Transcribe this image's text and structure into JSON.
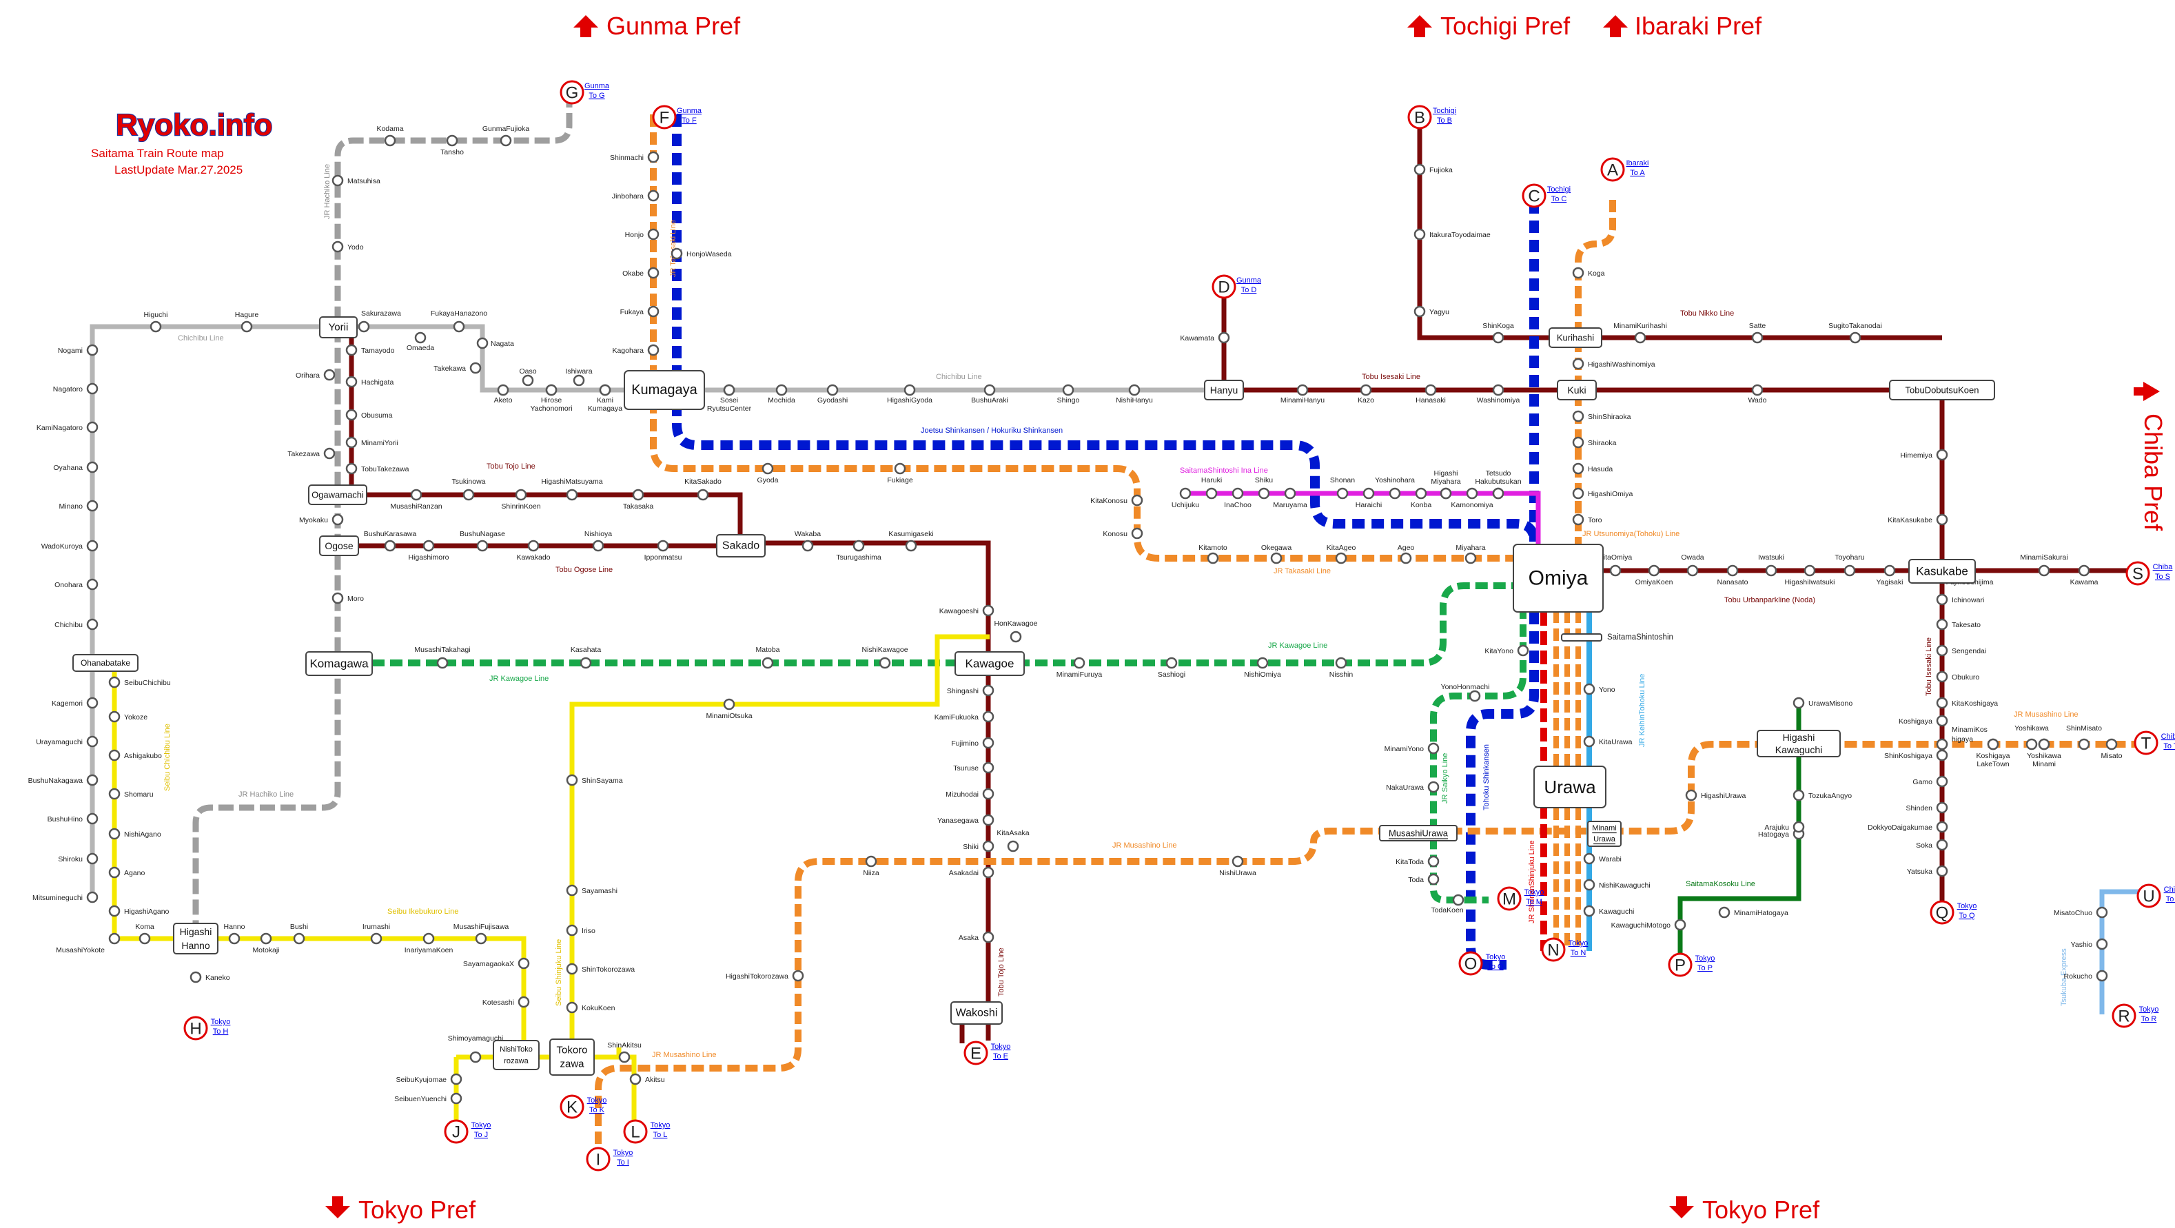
{
  "header": {
    "logo": "Ryoko.info",
    "subtitle": "Saitama Train Route map",
    "updated": "LastUpdate Mar.27.2025"
  },
  "prefectures": {
    "gunma": "Gunma Pref",
    "tochigi": "Tochigi Pref",
    "ibaraki": "Ibaraki Pref",
    "chiba": "Chiba Pref",
    "tokyo_left": "Tokyo Pref",
    "tokyo_right": "Tokyo Pref"
  },
  "hubs": {
    "omiya": "Omiya",
    "urawa": "Urawa",
    "kumagaya": "Kumagaya",
    "kawagoe": "Kawagoe",
    "kasukabe": "Kasukabe",
    "komagawa": "Komagawa",
    "sakado": "Sakado",
    "ogose": "Ogose",
    "ogawamachi": "Ogawamachi",
    "yorii": "Yorii",
    "hanyu": "Hanyu",
    "kuki": "Kuki",
    "kurihashi": "Kurihashi",
    "tobudobutsukoen": "TobuDobutsuKoen",
    "ohanabatake": "Ohanabatake",
    "wakoshi": "Wakoshi",
    "higashihanno_1": "Higashi",
    "higashihanno_2": "Hanno",
    "tokorozawa_1": "Tokoro",
    "tokorozawa_2": "zawa",
    "nishitoko_1": "NishiToko",
    "nishitoko_2": "rozawa",
    "higashikawaguchi_1": "Higashi",
    "higashikawaguchi_2": "Kawaguchi",
    "musashiurawa": "MusashiUrawa",
    "minamiurawa_1": "Minami",
    "minamiurawa_2": "Urawa",
    "saitamashintoshin": "SaitamaShintoshin"
  },
  "lines": {
    "jr_hachiko_1": "JR Hachiko Line",
    "jr_hachiko_2": "JR Hachiko Line",
    "chichibu_1": "Chichibu Line",
    "chichibu_2": "Chichibu Line",
    "seibu_chichibu": "Seibu Chichibu Line",
    "seibu_ikebukuro": "Seibu Ikebukuro Line",
    "seibu_shinjuku": "Seibu Shinjuku Line",
    "tobu_tojo_1": "Tobu Tojo Line",
    "tobu_tojo_2": "Tobu Tojo Line",
    "tobu_ogose": "Tobu Ogose Line",
    "jr_kawagoe_1": "JR Kawagoe Line",
    "jr_kawagoe_2": "JR Kawagoe Line",
    "joetsu": "Joetsu Shinkansen / Hokuriku Shinkansen",
    "jr_takasaki_1": "JR Takasaki Line",
    "jr_takasaki_2": "JR Takasaki Line",
    "tobu_isesaki": "Tobu Isesaki Line",
    "tobu_nikko": "Tobu Nikko Line",
    "jr_utsunomiya": "JR Utsunomiya(Tohoku) Line",
    "saitama_shintoshi": "SaitamaShintoshi Ina Line",
    "tobu_urbanpark": "Tobu Urbanparkline (Noda)",
    "tobu_isesaki_2": "Tobu Isesaki Line",
    "jr_musashino_1": "JR Musashino Line",
    "jr_musashino_2": "JR Musashino Line",
    "jr_musashino_3": "JR Musashino Line",
    "jr_saikyo": "JR Saikyo Line",
    "tohoku_shinkansen": "Tohoku Shinkansen",
    "jr_keihin": "JR KeihinTohoku Line",
    "jr_shonan": "JR ShonanShinjuku Line",
    "saitama_kosoku": "SaitamaKosoku Line",
    "tsukuba": "Tsukuba Express"
  },
  "exits": [
    {
      "id": "A",
      "l1": "Ibaraki",
      "l2": "To A"
    },
    {
      "id": "B",
      "l1": "Tochigi",
      "l2": "To B"
    },
    {
      "id": "C",
      "l1": "Tochigi",
      "l2": "To C"
    },
    {
      "id": "D",
      "l1": "Gunma",
      "l2": "To D"
    },
    {
      "id": "E",
      "l1": "Tokyo",
      "l2": "To E"
    },
    {
      "id": "F",
      "l1": "Gunma",
      "l2": "To F"
    },
    {
      "id": "G",
      "l1": "Gunma",
      "l2": "To G"
    },
    {
      "id": "H",
      "l1": "Tokyo",
      "l2": "To H"
    },
    {
      "id": "I",
      "l1": "Tokyo",
      "l2": "To I"
    },
    {
      "id": "J",
      "l1": "Tokyo",
      "l2": "To J"
    },
    {
      "id": "K",
      "l1": "Tokyo",
      "l2": "To K"
    },
    {
      "id": "L",
      "l1": "Tokyo",
      "l2": "To L"
    },
    {
      "id": "M",
      "l1": "Tokyo",
      "l2": "To M"
    },
    {
      "id": "N",
      "l1": "Tokyo",
      "l2": "To N"
    },
    {
      "id": "O",
      "l1": "Tokyo",
      "l2": "To O"
    },
    {
      "id": "P",
      "l1": "Tokyo",
      "l2": "To P"
    },
    {
      "id": "Q",
      "l1": "Tokyo",
      "l2": "To Q"
    },
    {
      "id": "R",
      "l1": "Tokyo",
      "l2": "To R"
    },
    {
      "id": "S",
      "l1": "Chiba",
      "l2": "To S"
    },
    {
      "id": "T",
      "l1": "Chiba",
      "l2": "To T"
    },
    {
      "id": "U",
      "l1": "Chiba",
      "l2": "To U"
    }
  ],
  "stations": [
    "Kodama",
    "GunmaFujioka",
    "Tansho",
    "Matsuhisa",
    "Yodo",
    "Higuchi",
    "Hagure",
    "Sakurazawa",
    "FukayaHanazono",
    "Omaeda",
    "Nagata",
    "Takekawa",
    "Tamayodo",
    "Hachigata",
    "Obusuma",
    "MinamiYorii",
    "TobuTakezawa",
    "Orihara",
    "Takezawa",
    "Nogami",
    "Nagatoro",
    "KamiNagatoro",
    "Oyahana",
    "Minano",
    "WadoKuroya",
    "Onohara",
    "Chichibu",
    "Kagemori",
    "Urayamaguchi",
    "BushuNakagawa",
    "BushuHino",
    "Shiroku",
    "Mitsumineguchi",
    "Aketo",
    "Oaso",
    "Hirose",
    "Yachonomori",
    "Ishiwara",
    "Kami",
    "Kumagaya",
    "Shinmachi",
    "Jinbohara",
    "Honjo",
    "Okabe",
    "Fukaya",
    "Kagohara",
    "HonjoWaseda",
    "Sosei",
    "RyutsuCenter",
    "Mochida",
    "Gyodashi",
    "HigashiGyoda",
    "BushuAraki",
    "Shingo",
    "NishiHanyu",
    "Kawamata",
    "MinamiHanyu",
    "Kazo",
    "Hanasaki",
    "Washinomiya",
    "Wado",
    "Fujioka",
    "ItakuraToyodaimae",
    "Yagyu",
    "ShinKoga",
    "MinamiKurihashi",
    "Satte",
    "SugitoTakanodai",
    "HigashiWashinomiya",
    "Koga",
    "ShinShiraoka",
    "Shiraoka",
    "Hasuda",
    "HigashiOmiya",
    "Toro",
    "Himemiya",
    "KitaKasukabe",
    "Gyoda",
    "Fukiage",
    "KitaKonosu",
    "Konosu",
    "Kitamoto",
    "Okegawa",
    "KitaAgeo",
    "Ageo",
    "Miyahara",
    "Uchijuku",
    "Haruki",
    "InaChoo",
    "Shiku",
    "Maruyama",
    "Shonan",
    "Haraichi",
    "Yoshinohara",
    "Konba",
    "Higashi",
    "Miyahara",
    "Kamonomiya",
    "Tetsudo",
    "Hakubutsukan",
    "MusashiRanzan",
    "Tsukinowa",
    "ShinrinKoen",
    "HigashiMatsuyama",
    "Takasaka",
    "KitaSakado",
    "BushuKarasawa",
    "Higashimoro",
    "BushuNagase",
    "Kawakado",
    "Nishioya",
    "Ipponmatsu",
    "Wakaba",
    "Tsurugashima",
    "Kasumigaseki",
    "Myokaku",
    "Moro",
    "Kawagoeshi",
    "HonKawagoe",
    "MusashiTakahagi",
    "Kasahata",
    "Matoba",
    "NishiKawagoe",
    "MinamiFuruya",
    "Sashiogi",
    "NishiOmiya",
    "Nisshin",
    "KitaOmiya",
    "OmiyaKoen",
    "Owada",
    "Nanasato",
    "Iwatsuki",
    "HigashiIwatsuki",
    "Toyoharu",
    "Yagisaki",
    "FujinoUshijima",
    "MinamiSakurai",
    "Kawama",
    "Ichinowari",
    "Takesato",
    "Sengendai",
    "Obukuro",
    "KitaKoshigaya",
    "Koshigaya",
    "MinamiKos",
    "higaya",
    "Koshigaya",
    "LakeTown",
    "Yoshikawa",
    "Yoshikawa",
    "Minami",
    "ShinMisato",
    "Misato",
    "ShinKoshigaya",
    "Gamo",
    "Shinden",
    "DokkyoDaigakumae",
    "Soka",
    "Yatsuka",
    "KitaYono",
    "YonoHonmachi",
    "MinamiYono",
    "NakaUrawa",
    "Yono",
    "KitaUrawa",
    "KitaToda",
    "Toda",
    "TodaKoen",
    "Warabi",
    "NishiKawaguchi",
    "Kawaguchi",
    "KawaguchiMotogo",
    "MinamiHatogaya",
    "Hatogaya",
    "Arajuku",
    "TozukaAngyo",
    "UrawaMisono",
    "HigashiUrawa",
    "Shingashi",
    "KamiFukuoka",
    "Fujimino",
    "Tsuruse",
    "Mizuhodai",
    "Yanasegawa",
    "Shiki",
    "KitaAsaka",
    "Asakadai",
    "Asaka",
    "Niiza",
    "NishiUrawa",
    "HigashiTokorozawa",
    "ShinAkitsu",
    "Akitsu",
    "MinamiOtsuka",
    "ShinSayama",
    "Sayamashi",
    "Iriso",
    "ShinTokorozawa",
    "KokuKoen",
    "Koma",
    "Hanno",
    "Motokaji",
    "Bushi",
    "Irumashi",
    "InariyamaKoen",
    "MusashiFujisawa",
    "SayamagaokaX",
    "Kotesashi",
    "Shimoyamaguchi",
    "SeibuKyujomae",
    "SeibuenYuenchi",
    "Kaneko",
    "MusashiYokote",
    "HigashiAgano",
    "Agano",
    "NishiAgano",
    "Shomaru",
    "Ashigakubo",
    "Yokoze",
    "SeibuChichibu",
    "MisatoChuo",
    "Yashio",
    "Rokucho"
  ]
}
